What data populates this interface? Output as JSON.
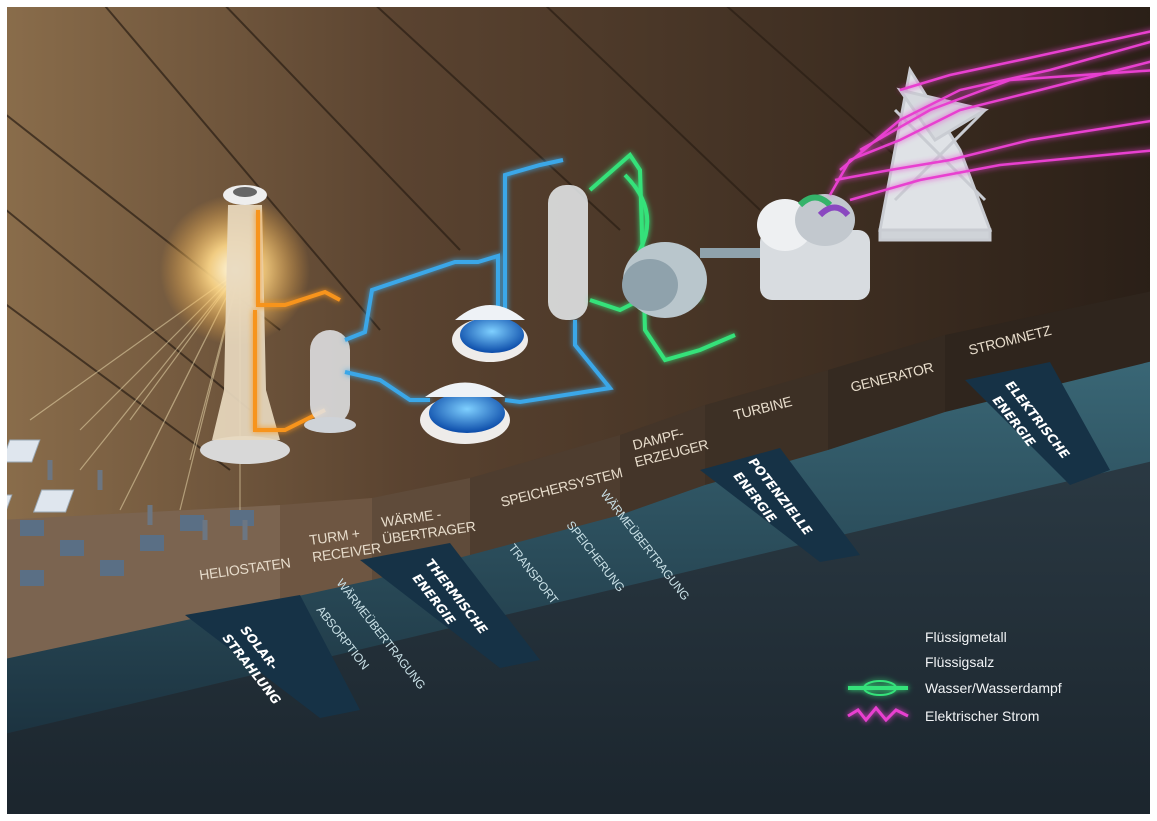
{
  "stages": {
    "heliostaten": "HELIOSTATEN",
    "turm_1": "TURM +",
    "turm_2": "RECEIVER",
    "waerme_1": "WÄRME -",
    "waerme_2": "ÜBERTRAGER",
    "speicher": "SPEICHERSYSTEM",
    "dampf_1": "DAMPF-",
    "dampf_2": "ERZEUGER",
    "turbine": "TURBINE",
    "generator": "GENERATOR",
    "stromnetz": "STROMNETZ"
  },
  "energy_forms": {
    "solar_1": "SOLAR-",
    "solar_2": "STRAHLUNG",
    "thermisch_1": "THERMISCHE",
    "thermisch_2": "ENERGIE",
    "potenziell_1": "POTENZIELLE",
    "potenziell_2": "ENERGIE",
    "elektrisch_1": "ELEKTRISCHE",
    "elektrisch_2": "ENERGIE"
  },
  "processes": {
    "absorption": "ABSORPTION",
    "waermeuebertragung_1": "WÄRMEÜBERTRAGUNG",
    "transport": "TRANSPORT",
    "speicherung": "SPEICHERUNG",
    "waermeuebertragung_2": "WÄRMEÜBERTRAGUNG"
  },
  "legend": [
    {
      "label": "Flüssigmetall",
      "color": "#f7941d",
      "icon": "orange-line"
    },
    {
      "label": "Flüssigsalz",
      "color": "#3ba7e8",
      "icon": "blue-line"
    },
    {
      "label": "Wasser/Wasserdampf",
      "color": "#34e27a",
      "icon": "green-steam-swirl"
    },
    {
      "label": "Elektrischer Strom",
      "color": "#e83fd0",
      "icon": "magenta-lightning"
    }
  ],
  "colors": {
    "liquid_metal": "#f7941d",
    "molten_salt": "#3ba7e8",
    "steam": "#34e27a",
    "electricity": "#e83fd0",
    "banner": "#163246"
  }
}
